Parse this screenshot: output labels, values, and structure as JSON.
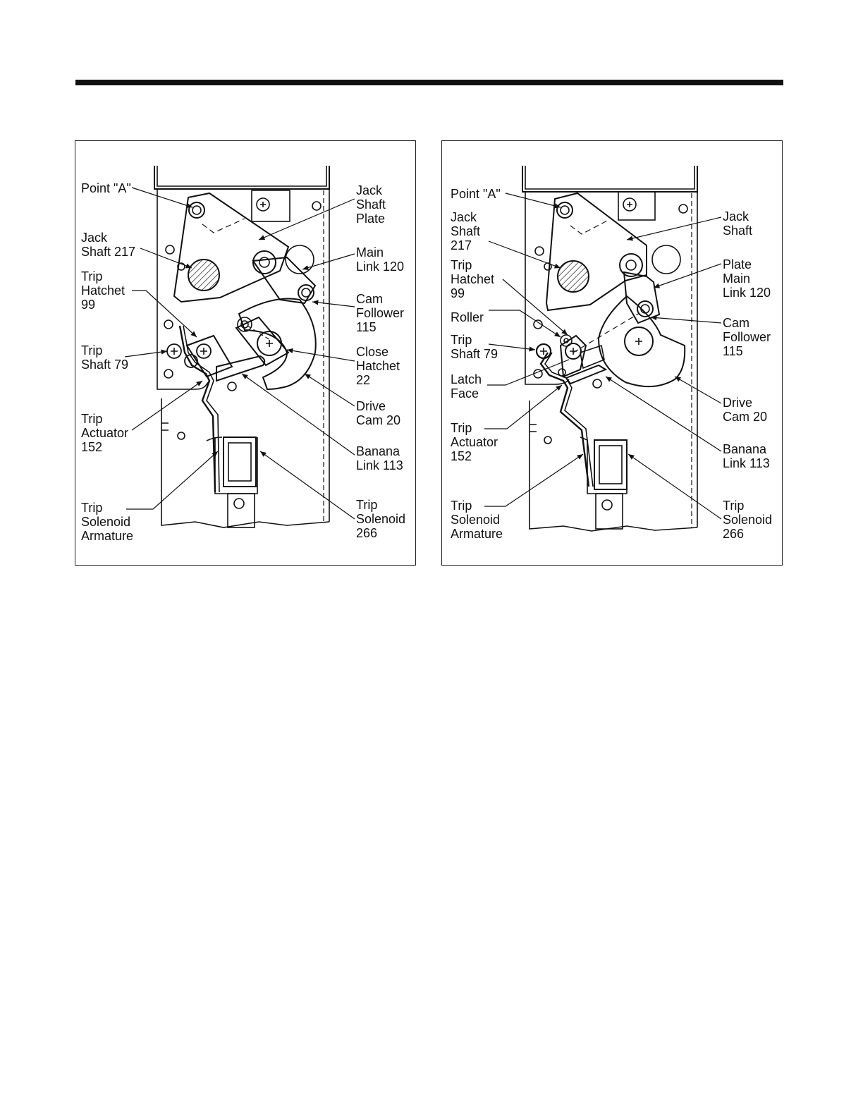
{
  "left_figure": {
    "labels": {
      "point_a": "Point \"A\"",
      "jack_shaft_217": "Jack\nShaft 217",
      "trip_hatchet_99": "Trip\nHatchet\n99",
      "trip_shaft_79": "Trip\nShaft 79",
      "trip_actuator_152": "Trip\nActuator\n152",
      "trip_solenoid_armature": "Trip\nSolenoid\nArmature",
      "jack_shaft_plate": "Jack\nShaft\nPlate",
      "main_link_120": "Main\nLink 120",
      "cam_follower_115": "Cam\nFollower\n115",
      "close_hatchet_22": "Close\nHatchet\n22",
      "drive_cam_20": "Drive\nCam 20",
      "banana_link_113": "Banana\nLink 113",
      "trip_solenoid_266": "Trip\nSolenoid\n266"
    }
  },
  "right_figure": {
    "labels": {
      "point_a": "Point \"A\"",
      "jack_shaft_217": "Jack\nShaft\n217",
      "trip_hatchet_99": "Trip\nHatchet\n99",
      "roller": "Roller",
      "trip_shaft_79": "Trip\nShaft 79",
      "latch_face": "Latch\nFace",
      "trip_actuator_152": "Trip\nActuator\n152",
      "trip_solenoid_armature": "Trip\nSolenoid\nArmature",
      "jack_shaft": "Jack\nShaft",
      "plate_main_link_120": "Plate\nMain\nLink 120",
      "cam_follower_115": "Cam\nFollower\n115",
      "drive_cam_20": "Drive\nCam 20",
      "banana_link_113": "Banana\nLink 113",
      "trip_solenoid_266": "Trip\nSolenoid\n266"
    }
  }
}
